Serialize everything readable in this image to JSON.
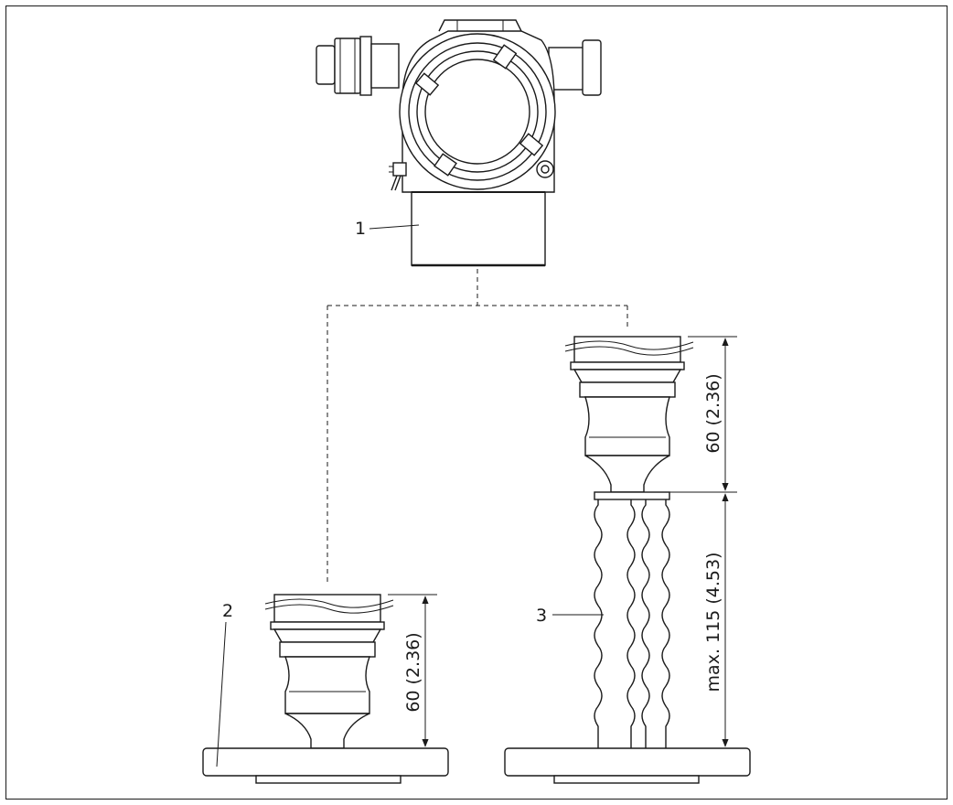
{
  "callouts": {
    "housing": "1",
    "flange": "2",
    "extension": "3"
  },
  "dimensions": {
    "left_adapter_height": "60 (2.36)",
    "right_adapter_height": "60 (2.36)",
    "right_extension_height": "max. 115 (4.53)"
  }
}
